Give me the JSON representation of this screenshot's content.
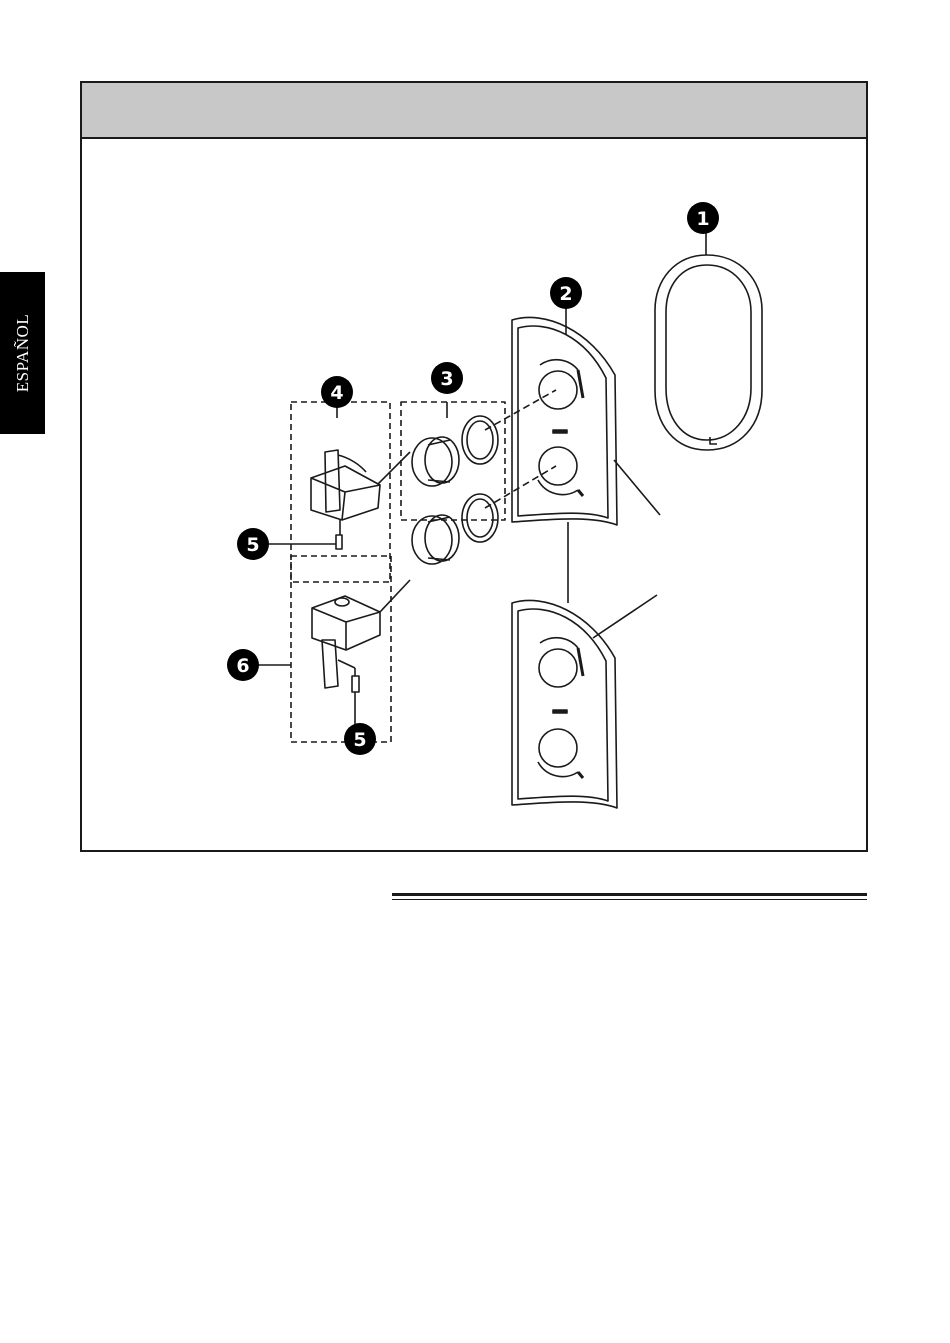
{
  "side_tab": {
    "label": "ESPAÑOL"
  },
  "callouts": [
    {
      "id": "1",
      "label": "1"
    },
    {
      "id": "2",
      "label": "2"
    },
    {
      "id": "3",
      "label": "3"
    },
    {
      "id": "4",
      "label": "4"
    },
    {
      "id": "5a",
      "label": "5"
    },
    {
      "id": "6",
      "label": "6"
    },
    {
      "id": "5b",
      "label": "5"
    }
  ],
  "colors": {
    "ink": "#1a1a1a",
    "header_band": "#c8c8c8",
    "tab": "#000000"
  }
}
